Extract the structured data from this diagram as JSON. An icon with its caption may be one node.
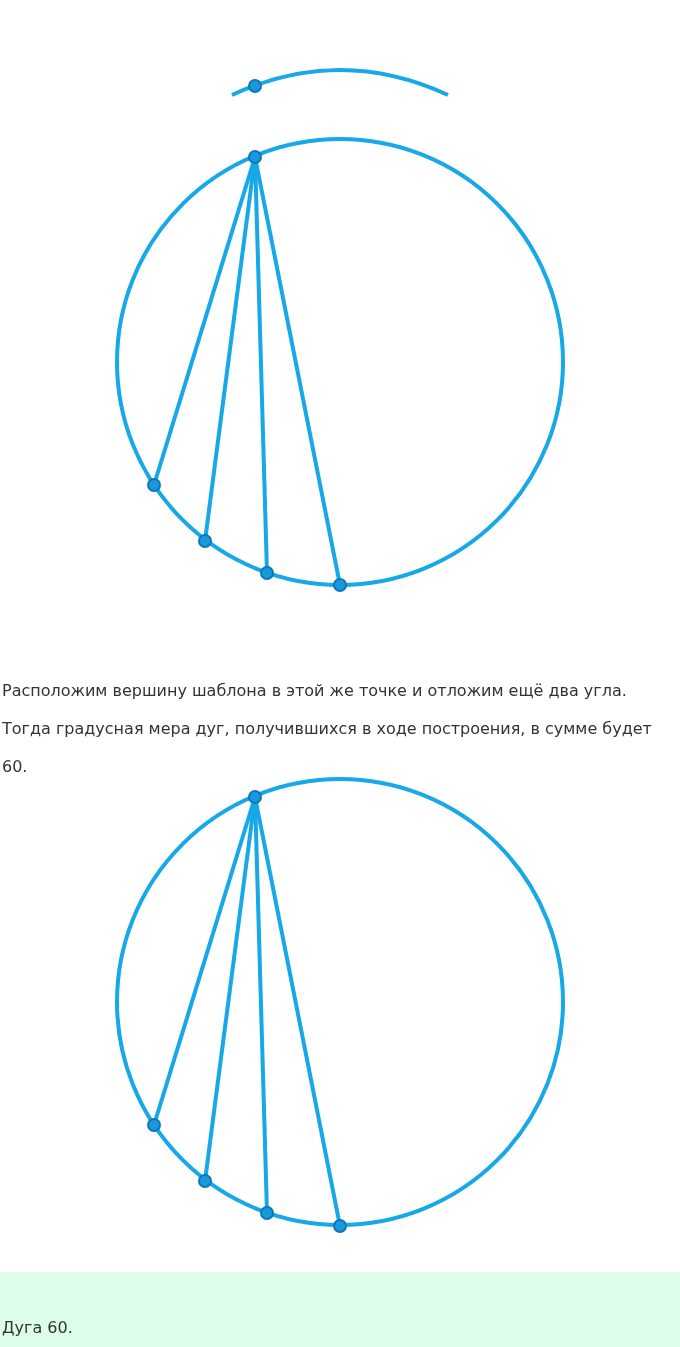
{
  "diagram": {
    "nodes": [
      {
        "text": [],
        "shape": "circle"
      },
      {
        "text": [],
        "shape": "circle"
      },
      {
        "text": [],
        "shape": "circle"
      },
      {
        "text": [],
        "shape": "circle"
      },
      {
        "text": [],
        "shape": "circle"
      },
      {
        "text": [],
        "shape": "circle"
      },
      {
        "text": [],
        "shape": "circle"
      },
      {
        "text": [],
        "shape": "circle"
      },
      {
        "text": [],
        "shape": "circle"
      },
      {
        "text": [],
        "shape": "circle"
      },
      {
        "text": [],
        "shape": "circle"
      }
    ],
    "edges": [
      {
        "from": 1,
        "to": 2,
        "arrow": "none"
      },
      {
        "from": 1,
        "to": 3,
        "arrow": "none"
      },
      {
        "from": 1,
        "to": 4,
        "arrow": "none"
      },
      {
        "from": 1,
        "to": 5,
        "arrow": "none"
      },
      {
        "from": 6,
        "to": 7,
        "arrow": "none"
      },
      {
        "from": 6,
        "to": 8,
        "arrow": "none"
      },
      {
        "from": 6,
        "to": 9,
        "arrow": "none"
      },
      {
        "from": 6,
        "to": 10,
        "arrow": "none"
      }
    ],
    "labels": [
      "Расположим вершину шаблона в этой же точке и отложим ещё два угла. Тогда градусная мера дуг, получившихся в ходе построения, в сумме будет 60.",
      "Дуга 60."
    ]
  }
}
